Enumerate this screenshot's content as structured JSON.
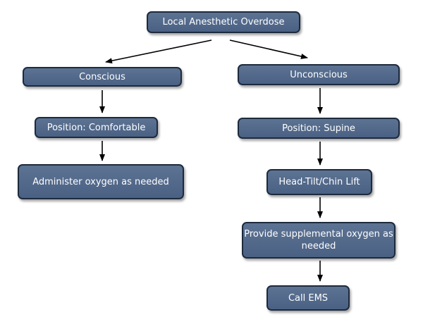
{
  "diagram": {
    "root": "Local Anesthetic Overdose",
    "conscious": {
      "title": "Conscious",
      "steps": [
        "Position: Comfortable",
        "Administer oxygen as needed"
      ]
    },
    "unconscious": {
      "title": "Unconscious",
      "steps": [
        "Position: Supine",
        "Head-Tilt/Chin Lift",
        "Provide supplemental oxygen as needed",
        "Call EMS"
      ]
    }
  }
}
